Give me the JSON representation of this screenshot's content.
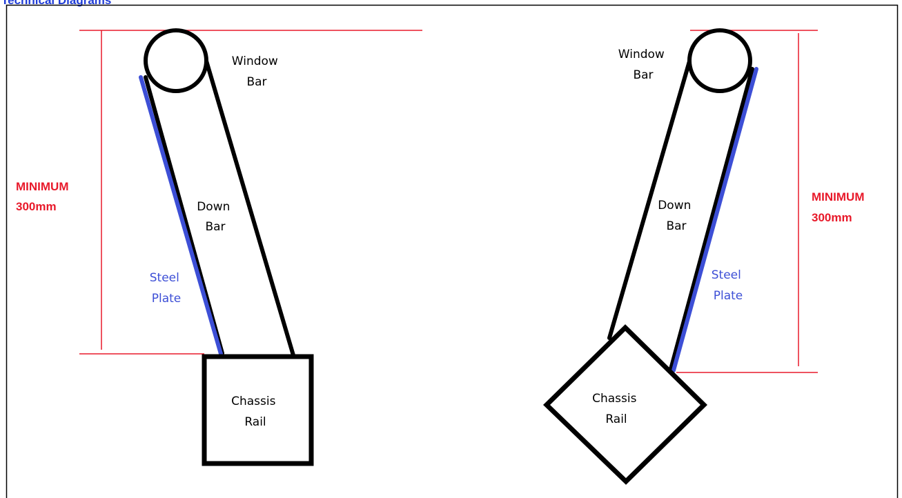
{
  "page": {
    "title": "Technical Diagrams"
  },
  "colors": {
    "title": "#1f3cd6",
    "frame": "#000000",
    "bar_outline": "#000000",
    "steel_plate": "#3d4fd6",
    "dimension": "#e8192a",
    "plate_label": "#3d4fd6",
    "dimension_label": "#e8192a"
  },
  "left_diagram": {
    "window_bar": [
      "Window",
      "Bar"
    ],
    "down_bar": [
      "Down",
      "Bar"
    ],
    "steel_plate": [
      "Steel",
      "Plate"
    ],
    "chassis_rail": [
      "Chassis",
      "Rail"
    ],
    "dimension": [
      "MINIMUM",
      "300mm"
    ],
    "chassis_orientation": "square"
  },
  "right_diagram": {
    "window_bar": [
      "Window",
      "Bar"
    ],
    "down_bar": [
      "Down",
      "Bar"
    ],
    "steel_plate": [
      "Steel",
      "Plate"
    ],
    "chassis_rail": [
      "Chassis",
      "Rail"
    ],
    "dimension": [
      "MINIMUM",
      "300mm"
    ],
    "chassis_orientation": "rotated 45 degrees"
  }
}
